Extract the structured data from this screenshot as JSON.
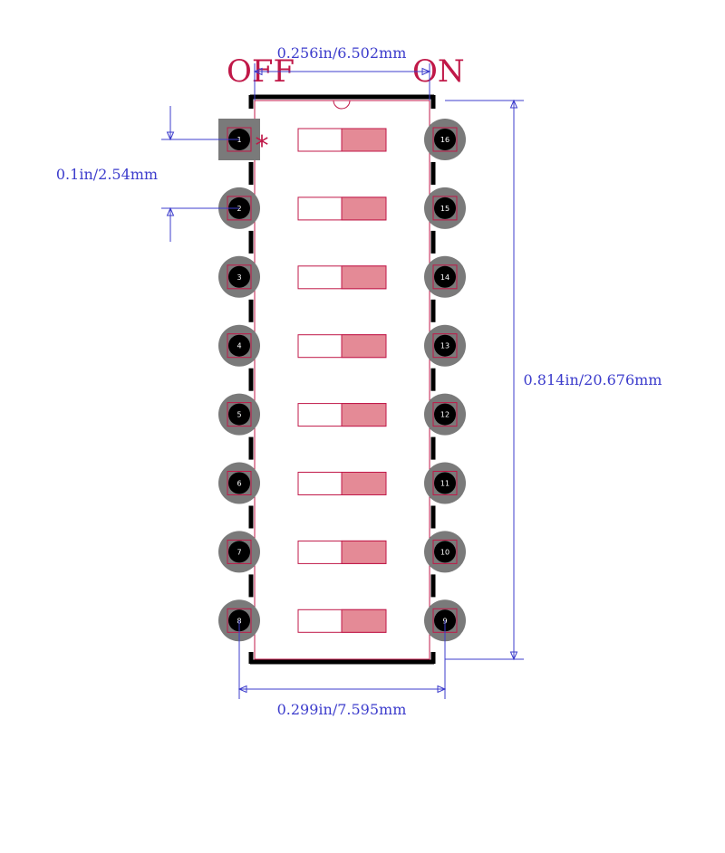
{
  "labels": {
    "off": "OFF",
    "on": "ON",
    "pin1_marker": "*"
  },
  "dimensions": {
    "switch_width": "0.256in/6.502mm",
    "pin_pitch": "0.1in/2.54mm",
    "body_length": "0.814in/20.676mm",
    "row_spacing": "0.299in/7.595mm"
  },
  "pins": {
    "left": [
      "1",
      "2",
      "3",
      "4",
      "5",
      "6",
      "7",
      "8"
    ],
    "right": [
      "16",
      "15",
      "14",
      "13",
      "12",
      "11",
      "10",
      "9"
    ]
  },
  "switch_count": 8,
  "colors": {
    "dimension": "#3c3ccc",
    "state_label": "#c01848",
    "body_outline": "#c01848",
    "actuator_fill": "#e48a96",
    "pad": "#7a7a7a",
    "drill": "#000000",
    "silkscreen": "#000000"
  }
}
